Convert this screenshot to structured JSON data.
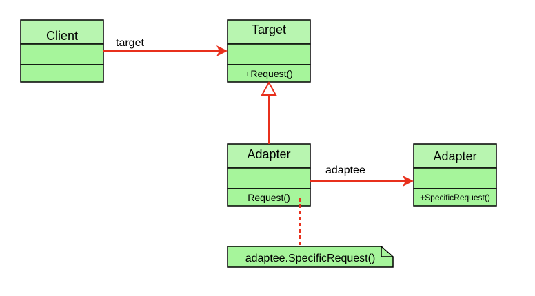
{
  "colors": {
    "class_fill": "#b8f5b0",
    "compartment_fill": "#a6f59b",
    "border": "#000000",
    "arrow": "#e8301c",
    "note_fill": "#a6f59b"
  },
  "classes": {
    "client": {
      "name": "Client",
      "method": ""
    },
    "target": {
      "name": "Target",
      "method": "+Request()"
    },
    "adapter": {
      "name": "Adapter",
      "method": "Request()"
    },
    "adaptee": {
      "name": "Adapter",
      "method": "+SpecificRequest()"
    }
  },
  "relations": {
    "client_target": {
      "label": "target",
      "type": "association"
    },
    "adapter_target": {
      "label": "",
      "type": "generalization"
    },
    "adapter_adaptee": {
      "label": "adaptee",
      "type": "association"
    },
    "note_link": {
      "label": "",
      "type": "dashed-anchor"
    }
  },
  "note": {
    "text": "adaptee.SpecificRequest()"
  }
}
